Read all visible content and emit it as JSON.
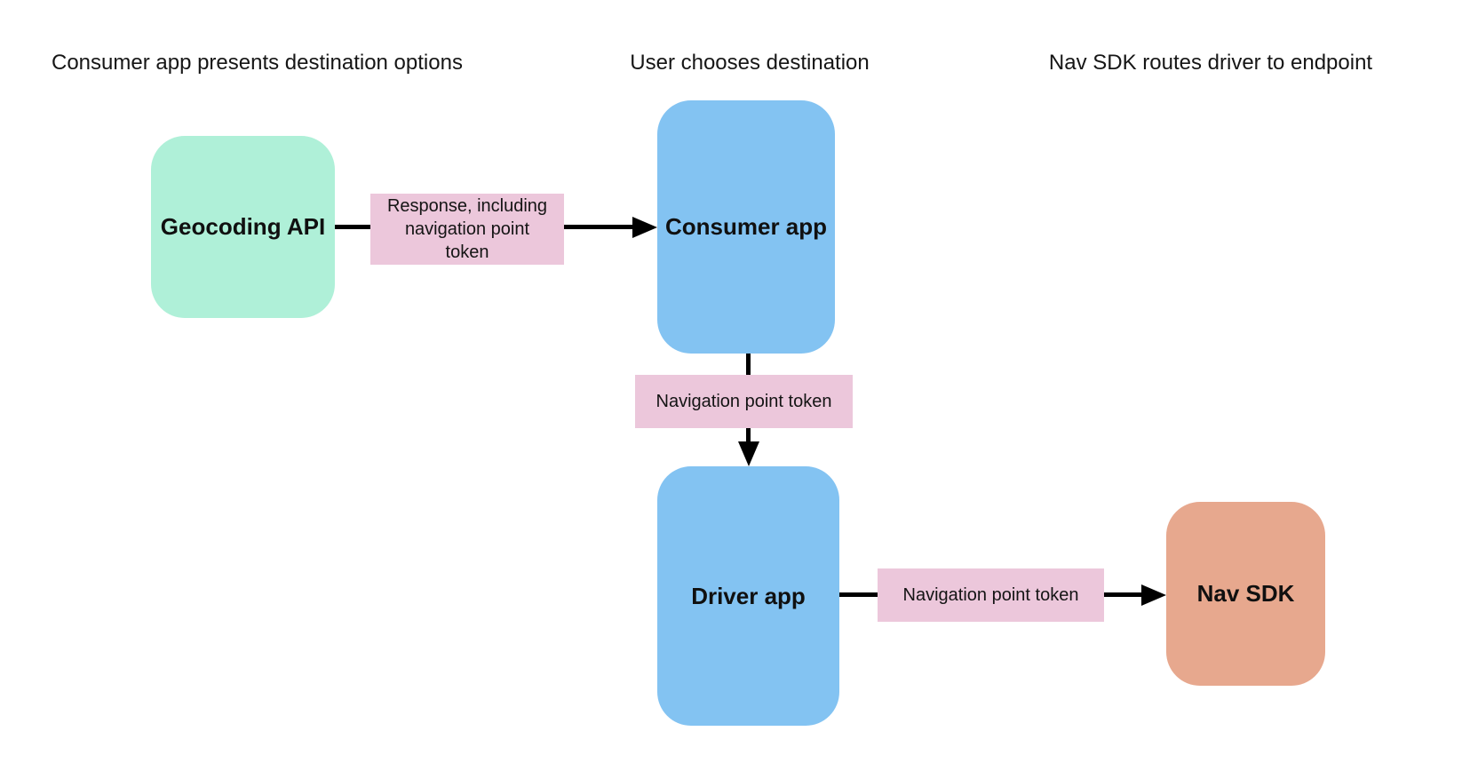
{
  "page": {
    "background_color": "#ffffff",
    "text_color": "#141414",
    "arrow_color": "#000000"
  },
  "headers": [
    {
      "id": "lane-1",
      "label": "Consumer app presents destination options"
    },
    {
      "id": "lane-2",
      "label": "User chooses destination"
    },
    {
      "id": "lane-3",
      "label": "Nav SDK routes driver to endpoint"
    }
  ],
  "nodes": [
    {
      "id": "geocoding-api",
      "label": "Geocoding API",
      "color": "#aff0d8"
    },
    {
      "id": "consumer-app",
      "label": "Consumer app",
      "color": "#83c3f2"
    },
    {
      "id": "driver-app",
      "label": "Driver app",
      "color": "#83c3f2"
    },
    {
      "id": "nav-sdk",
      "label": "Nav SDK",
      "color": "#e7a88e"
    }
  ],
  "edge_labels": [
    {
      "id": "response-including-token",
      "label": "Response, including navigation point token",
      "color": "#ecc7db"
    },
    {
      "id": "nav-point-token-consumer-to-driver",
      "label": "Navigation point token",
      "color": "#ecc7db"
    },
    {
      "id": "nav-point-token-driver-to-sdk",
      "label": "Navigation point token",
      "color": "#ecc7db"
    }
  ]
}
